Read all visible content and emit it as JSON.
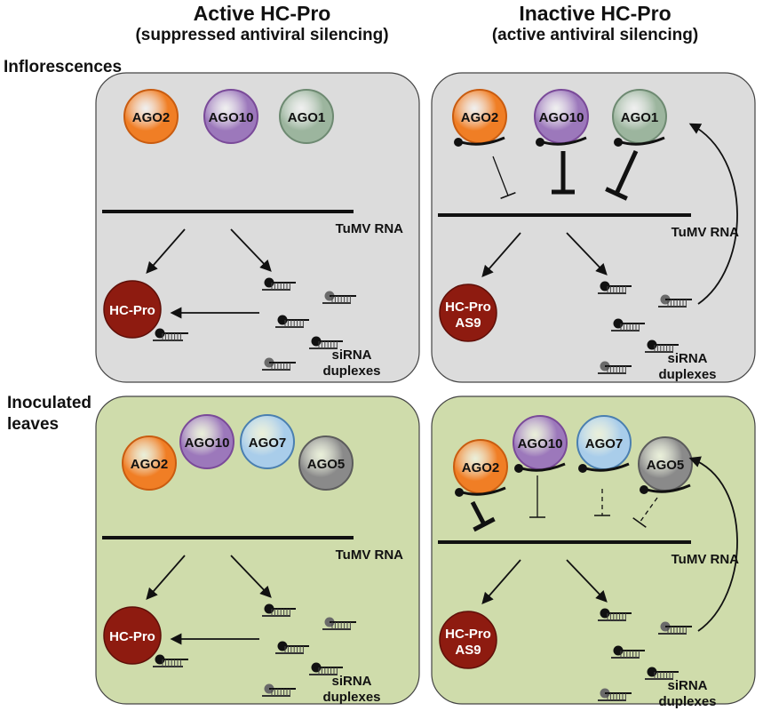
{
  "columns": [
    {
      "title": "Active HC-Pro",
      "subtitle": "(suppressed antiviral silencing)"
    },
    {
      "title": "Inactive HC-Pro",
      "subtitle": "(active antiviral silencing)"
    }
  ],
  "rows": [
    {
      "label_lines": [
        "Inflorescences"
      ]
    },
    {
      "label_lines": [
        "Inoculated",
        "leaves"
      ]
    }
  ],
  "labels": {
    "rna": "TuMV RNA",
    "hcpro": "HC-Pro",
    "hcpro_mut_lines": [
      "HC-Pro",
      "AS9"
    ],
    "sirna_lines": [
      "siRNA",
      "duplexes"
    ]
  },
  "ago_names": {
    "ago1": "AGO1",
    "ago2": "AGO2",
    "ago5": "AGO5",
    "ago7": "AGO7",
    "ago10": "AGO10"
  },
  "colors": {
    "panel_inflorescence": "#dcdcdc",
    "panel_leaf": "#cfdcab",
    "ago1": "#9cb59e",
    "ago2": "#f07e25",
    "ago5": "#8a8a8a",
    "ago7": "#a9cdea",
    "ago10": "#9c78bb",
    "hcpro": "#8e1b10"
  },
  "panels": [
    {
      "id": "p1",
      "agos": [
        {
          "key": "ago2",
          "loaded": false,
          "inhibit": "none"
        },
        {
          "key": "ago10",
          "loaded": false,
          "inhibit": "none"
        },
        {
          "key": "ago1",
          "loaded": false,
          "inhibit": "none"
        }
      ]
    },
    {
      "id": "p2",
      "agos": [
        {
          "key": "ago2",
          "loaded": true,
          "inhibit": "thin"
        },
        {
          "key": "ago10",
          "loaded": true,
          "inhibit": "thick"
        },
        {
          "key": "ago1",
          "loaded": true,
          "inhibit": "thick"
        }
      ]
    },
    {
      "id": "p3",
      "agos": [
        {
          "key": "ago2",
          "loaded": false,
          "inhibit": "none"
        },
        {
          "key": "ago10",
          "loaded": false,
          "inhibit": "none"
        },
        {
          "key": "ago7",
          "loaded": false,
          "inhibit": "none"
        },
        {
          "key": "ago5",
          "loaded": false,
          "inhibit": "none"
        }
      ]
    },
    {
      "id": "p4",
      "agos": [
        {
          "key": "ago2",
          "loaded": true,
          "inhibit": "thick"
        },
        {
          "key": "ago10",
          "loaded": true,
          "inhibit": "thin"
        },
        {
          "key": "ago7",
          "loaded": true,
          "inhibit": "dashed"
        },
        {
          "key": "ago5",
          "loaded": true,
          "inhibit": "dashed"
        }
      ]
    }
  ]
}
